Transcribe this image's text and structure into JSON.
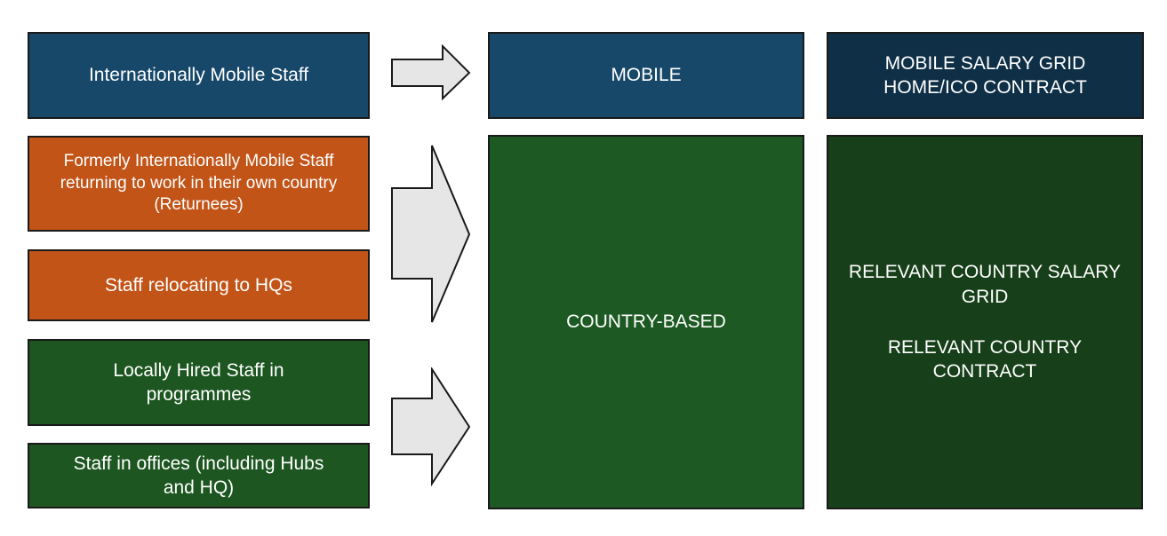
{
  "left": {
    "mobile_staff": "Internationally Mobile Staff",
    "returnees_line1": "Formerly Internationally Mobile Staff",
    "returnees_line2": "returning to work in their own country",
    "returnees_line3": "(Returnees)",
    "relocating": "Staff relocating to HQs",
    "local_line1": "Locally Hired Staff in",
    "local_line2": "programmes",
    "offices_line1": "Staff in offices (including Hubs",
    "offices_line2": "and HQ)"
  },
  "middle": {
    "mobile": "MOBILE",
    "country_based": "COUNTRY-BASED"
  },
  "right": {
    "mobile_line1": "MOBILE SALARY GRID",
    "mobile_line2": "HOME/ICO CONTRACT",
    "country_line1": "RELEVANT COUNTRY SALARY",
    "country_line2": "GRID",
    "country_line3": "RELEVANT COUNTRY",
    "country_line4": "CONTRACT"
  },
  "colors": {
    "mobile_blue": "#17486a",
    "mobile_navy": "#0f2f46",
    "returnee_orange": "#c25418",
    "local_green": "#1d5621",
    "contract_dark_green": "#173f19",
    "arrow_fill": "#e6e6e6"
  }
}
